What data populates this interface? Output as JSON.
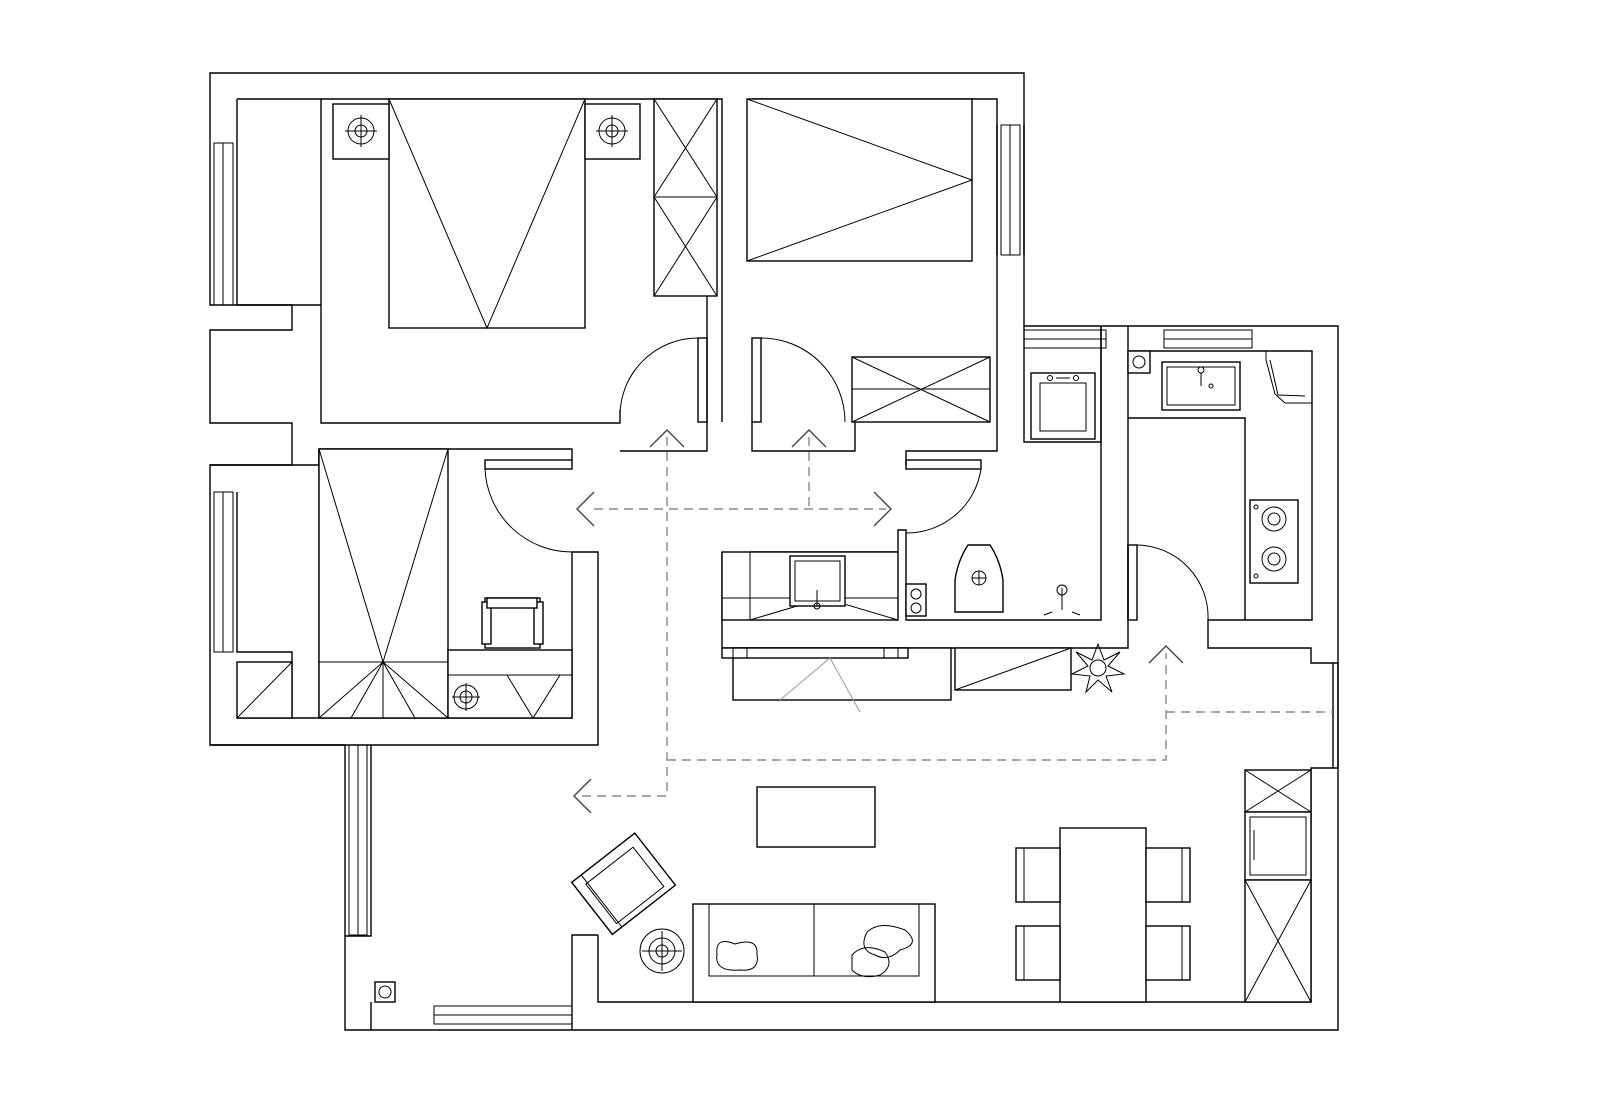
{
  "plan": {
    "kind": "apartment-floor-plan",
    "line_color": "#000000",
    "background_color": "#ffffff",
    "circulation_color": "#888888",
    "rooms": [
      "master-bedroom",
      "second-bedroom",
      "third-bedroom",
      "bathroom",
      "kitchen",
      "living-room",
      "dining-area",
      "corridor"
    ],
    "fixtures": [
      "double-bed",
      "single-bed",
      "bunk-bed",
      "wardrobe",
      "desk",
      "office-chair",
      "nightstand-lamp",
      "washing-machine",
      "toilet",
      "shower",
      "vanity-sink",
      "kitchen-sink",
      "gas-hob",
      "refrigerator",
      "tv-cabinet",
      "coffee-table",
      "sofa",
      "armchair",
      "floor-lamp",
      "dining-table",
      "dining-chair",
      "potted-plant"
    ]
  }
}
